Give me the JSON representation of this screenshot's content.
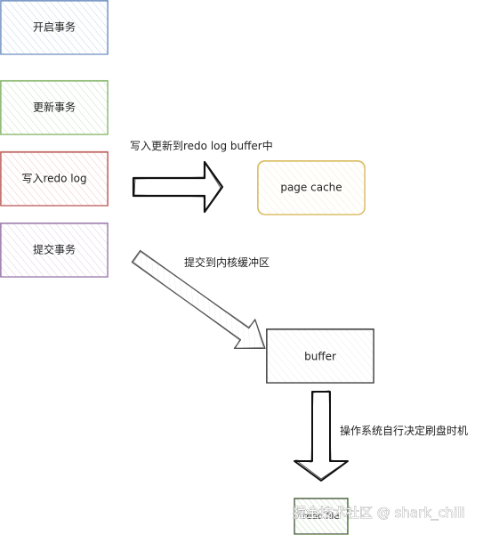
{
  "boxes": {
    "start_tx": {
      "label": "开启事务",
      "border": "#6c8ebf",
      "fill": "#dae8fc"
    },
    "update_tx": {
      "label": "更新事务",
      "border": "#82b366",
      "fill": "#d5e8d4"
    },
    "write_redo": {
      "label": "写入redo log",
      "border": "#b85450",
      "fill": "#f8cecc"
    },
    "commit_tx": {
      "label": "提交事务",
      "border": "#9673a6",
      "fill": "#e1d5e7"
    },
    "page_cache": {
      "label": "page cache",
      "border": "#d6b656",
      "fill": "#fff2cc"
    },
    "buffer": {
      "label": "buffer",
      "border": "#333333",
      "fill": "#f5f5f5"
    },
    "redo_file": {
      "label": "redo file",
      "border": "#82b366",
      "fill": "#d5e8d4"
    }
  },
  "notes": {
    "write_to_buffer": "写入更新到redo log buffer中",
    "commit_to_kernel": "提交到内核缓冲区",
    "os_flush": "操作系统自行决定刷盘时机"
  },
  "watermark": "掘金技术社区 @ shark_chili"
}
